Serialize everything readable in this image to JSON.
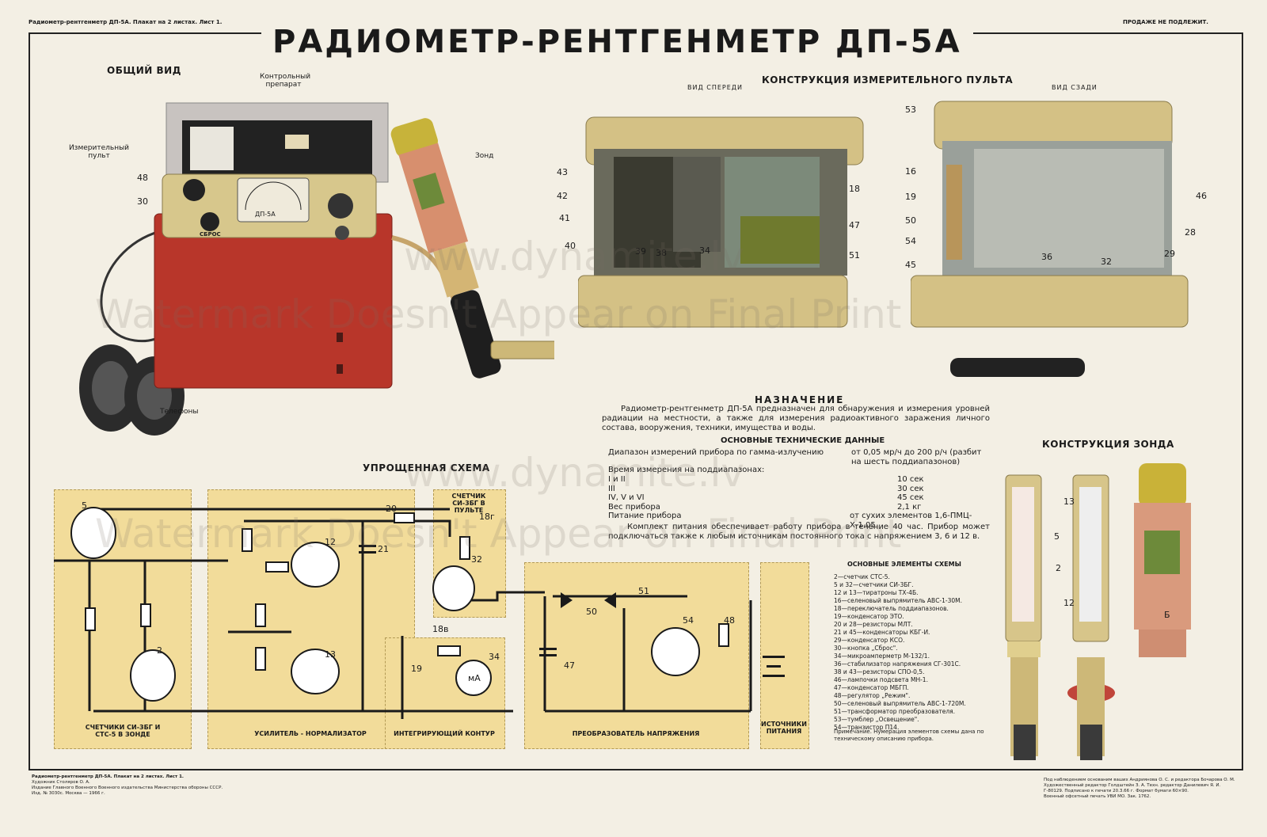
{
  "header": {
    "left": "Радиометр-рентгенметр ДП-5А. Плакат на 2 листах. Лист 1.",
    "right": "ПРОДАЖЕ НЕ ПОДЛЕЖИТ."
  },
  "title": "РАДИОМЕТР-РЕНТГЕНМЕТР   ДП-5А",
  "general_view": {
    "heading": "ОБЩИЙ ВИД",
    "labels": {
      "control_sample": "Контрольный препарат",
      "meter_panel": "Измерительный пульт",
      "probe": "Зонд",
      "phones": "Телефоны",
      "reset": "СБРОС",
      "device": "ДП-5А",
      "n48": "48",
      "n30": "30"
    }
  },
  "construction": {
    "heading": "КОНСТРУКЦИЯ ИЗМЕРИТЕЛЬНОГО ПУЛЬТА",
    "front": "ВИД СПЕРЕДИ",
    "back": "ВИД СЗАДИ",
    "front_nums": [
      "43",
      "42",
      "41",
      "40",
      "39",
      "38",
      "34",
      "18",
      "47",
      "51"
    ],
    "back_nums": [
      "53",
      "16",
      "19",
      "50",
      "54",
      "45",
      "36",
      "32",
      "29",
      "28",
      "46"
    ]
  },
  "purpose": {
    "heading": "НАЗНАЧЕНИЕ",
    "text": "Радиометр-рентгенметр ДП-5А предназначен для обнаружения и измерения уровней радиации на местности, а также для измерения радиоактивного заражения личного состава, вооружения, техники, имущества и воды."
  },
  "tech": {
    "heading": "ОСНОВНЫЕ ТЕХНИЧЕСКИЕ ДАННЫЕ",
    "range_label": "Диапазон измерений прибора по гамма-излучению",
    "range_value": "от 0,05 мр/ч до 200 р/ч (разбит на шесть поддиапазонов)",
    "time_label": "Время измерения на поддиапазонах:",
    "rows": [
      {
        "k": "I и II",
        "v": "10 сек"
      },
      {
        "k": "III",
        "v": "30 сек"
      },
      {
        "k": "IV, V и VI",
        "v": "45 сек"
      },
      {
        "k": "Вес прибора",
        "v": "2,1 кг"
      },
      {
        "k": "Питание прибора",
        "v": "от сухих элементов 1,6-ПМЦ-Х-1,05"
      }
    ],
    "power_note": "Комплект питания обеспечивает работу прибора в течение 40 час. Прибор может подключаться также к любым источникам постоянного тока с напряжением 3, 6 и 12 в."
  },
  "probe_construction": {
    "heading": "КОНСТРУКЦИЯ ЗОНДА",
    "nums": [
      "13",
      "5",
      "2",
      "12",
      "Б"
    ]
  },
  "scheme": {
    "heading": "УПРОЩЕННАЯ СХЕМА",
    "counter_box": "СЧЕТЧИК СИ-3БГ В ПУЛЬТЕ",
    "captions": [
      "СЧЕТЧИКИ СИ-3БГ И СТС-5 В ЗОНДЕ",
      "УСИЛИТЕЛЬ - НОРМАЛИЗАТОР",
      "ИНТЕГРИРУЮЩИЙ КОНТУР",
      "ПРЕОБРАЗОВАТЕЛЬ НАПРЯЖЕНИЯ",
      "ИСТОЧНИКИ ПИТАНИЯ"
    ],
    "nums": {
      "n5": "5",
      "n2": "2",
      "n12": "12",
      "n13": "13",
      "n20": "20",
      "n21": "21",
      "n32": "32",
      "n18g": "18г",
      "n18v": "18в",
      "n19": "19",
      "n34": "34",
      "n47": "47",
      "n50": "50",
      "n51": "51",
      "n54": "54",
      "n48": "48",
      "ma": "мА"
    }
  },
  "elements": {
    "heading": "ОСНОВНЫЕ ЭЛЕМЕНТЫ СХЕМЫ",
    "items": [
      "2—счетчик СТС-5.",
      "5 и 32—счетчики СИ-3БГ.",
      "12 и 13—тиратроны ТХ-4Б.",
      "16—селеновый выпрямитель АВС-1-30М.",
      "18—переключатель поддиапазонов.",
      "19—конденсатор ЭТО.",
      "20 и 28—резисторы МЛТ.",
      "21 и 45—конденсаторы КБГ-И.",
      "29—конденсатор КСО.",
      "30—кнопка „Сброс\".",
      "34—микроамперметр М-132/1.",
      "36—стабилизатор напряжения СГ-301С.",
      "38 и 43—резисторы СПО-0,5.",
      "46—лампочки подсвета МН-1.",
      "47—конденсатор МБГП.",
      "48—регулятор „Режим\".",
      "50—селеновый выпрямитель АВС-1-720М.",
      "51—трансформатор преобразователя.",
      "53—тумблер „Освещение\".",
      "54—транзистор П14."
    ],
    "note": "Примечание. Нумерация элементов схемы дана по техническому описанию прибора."
  },
  "footer": {
    "left": [
      "Радиометр-рентгенметр ДП-5А. Плакат на 2 листах. Лист 1.",
      "Художник Столяров О. А.",
      "Издание Главного Военного Военного издательства Министерства обороны СССР.",
      "Изд. № 3030с. Москва — 1966 г."
    ],
    "right": [
      "Под наблюдением основаним ваших Андриянова О. С. и редактора Бочарова О. М.",
      "Художественный редактор Голдштейн З. А. Техн. редактор Данилевич Я. И.",
      "Г-80129. Подписано к печати 20.3.66 г. Формат бумаги 60×90.",
      "Военный офсетный печать УВИ МО. Зак. 1762."
    ]
  },
  "watermark": {
    "site": "www.dynamite.lv",
    "text": "Watermark Doesn't Appear on Final Print"
  },
  "colors": {
    "paper": "#f3efe4",
    "panel": "#f2dc9a",
    "case_red": "#b8362a",
    "khaki": "#d4c185",
    "ink": "#1a1a1a"
  }
}
